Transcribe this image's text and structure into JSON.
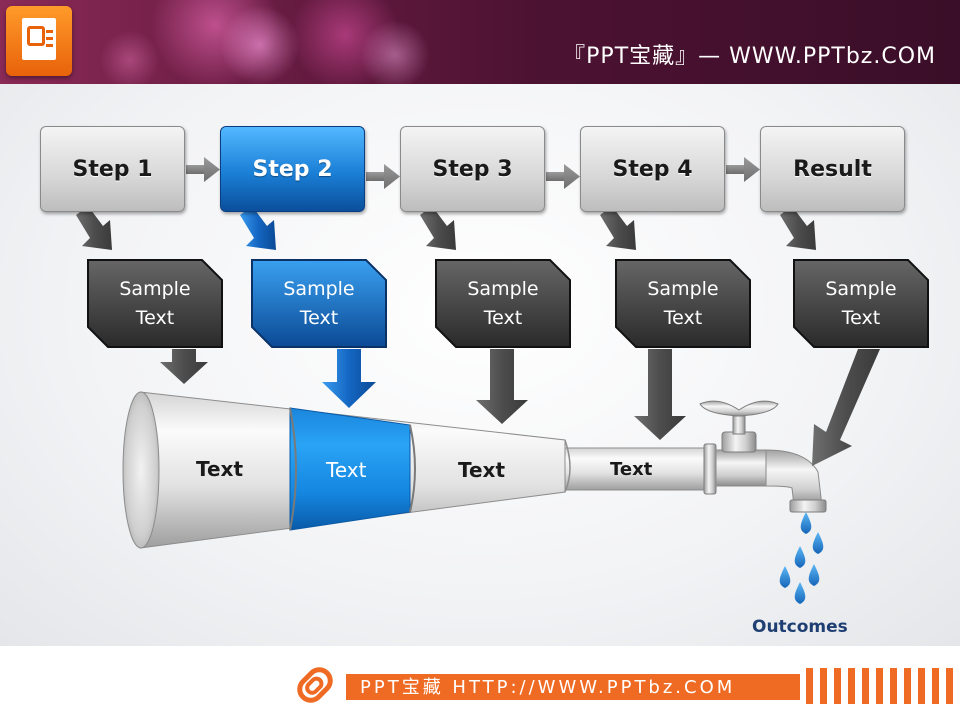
{
  "header": {
    "title": "『PPT宝藏』— WWW.PPTbz.COM"
  },
  "steps": [
    {
      "label": "Step 1"
    },
    {
      "label": "Step 2"
    },
    {
      "label": "Step 3"
    },
    {
      "label": "Step 4"
    },
    {
      "label": "Result"
    }
  ],
  "samples": [
    {
      "line1": "Sample",
      "line2": "Text"
    },
    {
      "line1": "Sample",
      "line2": "Text"
    },
    {
      "line1": "Sample",
      "line2": "Text"
    },
    {
      "line1": "Sample",
      "line2": "Text"
    },
    {
      "line1": "Sample",
      "line2": "Text"
    }
  ],
  "pipe": [
    {
      "label": "Text"
    },
    {
      "label": "Text"
    },
    {
      "label": "Text"
    },
    {
      "label": "Text"
    }
  ],
  "outcomes": "Outcomes",
  "footer": {
    "text": "PPT宝藏 HTTP://WWW.PPTbz.COM"
  },
  "colors": {
    "accent": "#1a7fd6",
    "dark": "#3c3c3c",
    "footer": "#ef6a22",
    "header": "#4d1232"
  },
  "icons": [
    "powerpoint-logo-icon",
    "faucet-icon",
    "water-drop-icon",
    "paperclip-icon"
  ]
}
